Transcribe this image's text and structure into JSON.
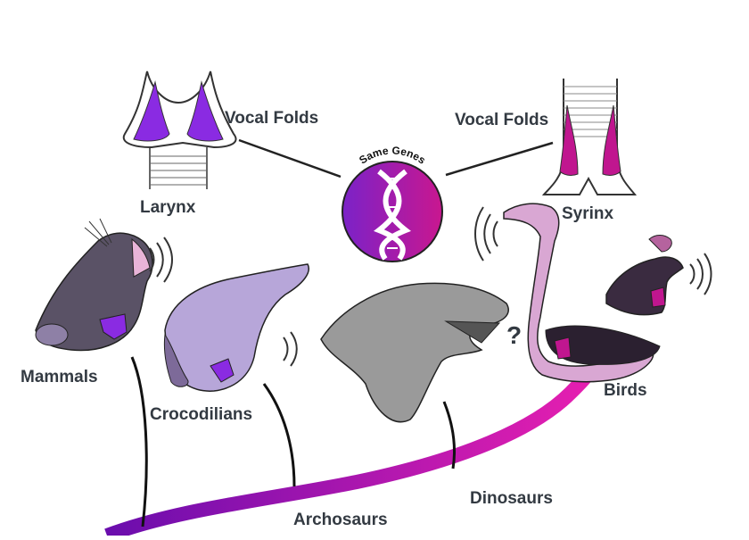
{
  "labels": {
    "larynx": "Larynx",
    "vocal_folds_left": "Vocal Folds",
    "vocal_folds_right": "Vocal Folds",
    "syrinx": "Syrinx",
    "same_genes": "Same Genes",
    "mammals": "Mammals",
    "crocodilians": "Crocodilians",
    "birds": "Birds",
    "dinosaurs": "Dinosaurs",
    "archosaurs": "Archosaurs",
    "unknown": "?"
  },
  "colors": {
    "larynx_purple": "#8a2be2",
    "syrinx_magenta": "#c0168f",
    "tree_start": "#6a0dad",
    "tree_end": "#e61fb0",
    "text": "#333a42",
    "mammal_fill": "#5a5266",
    "croc_fill": "#b7a6d9",
    "dino_fill": "#9a9a9a",
    "bird_fill": "#d9a7d3"
  },
  "icons": [
    "dna-icon",
    "sound-waves-icon"
  ]
}
